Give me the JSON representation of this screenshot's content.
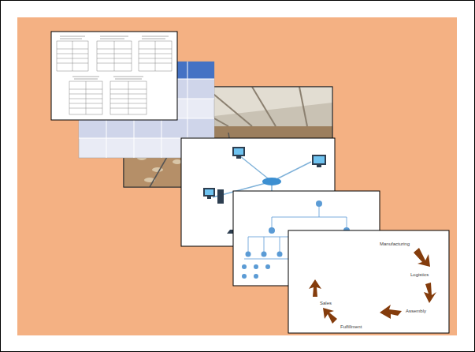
{
  "diagram": {
    "labels": [
      "Manufacturing",
      "Logistics",
      "Assembly",
      "Fulfillment",
      "Sales"
    ]
  }
}
